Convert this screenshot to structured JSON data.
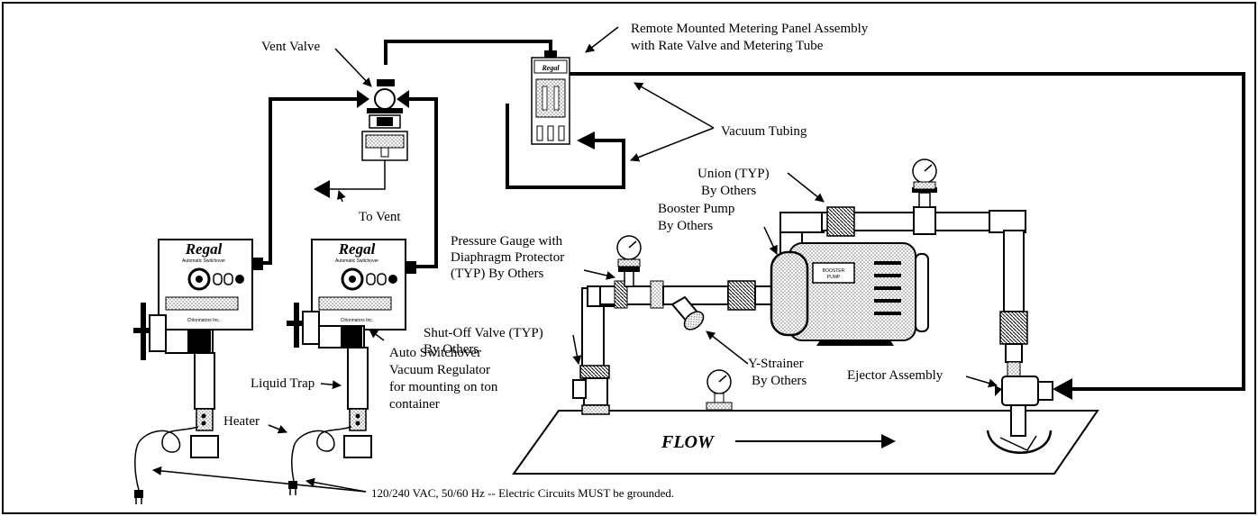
{
  "labels": {
    "vent_valve": "Vent Valve",
    "to_vent": "To Vent",
    "remote_panel_line1": "Remote Mounted Metering Panel Assembly",
    "remote_panel_line2": "with Rate Valve and Metering Tube",
    "vacuum_tubing": "Vacuum Tubing",
    "union_line1": "Union (TYP)",
    "union_line2": "By Others",
    "booster_line1": "Booster Pump",
    "booster_line2": "By Others",
    "gauge_line1": "Pressure Gauge with",
    "gauge_line2": "Diaphragm Protector",
    "gauge_line3": "(TYP) By Others",
    "shutoff_line1": "Shut-Off Valve (TYP)",
    "shutoff_line2": "By Others",
    "ystrainer_line1": "Y-Strainer",
    "ystrainer_line2": "By Others",
    "ejector": "Ejector Assembly",
    "liquid_trap": "Liquid Trap",
    "heater": "Heater",
    "auto_line1": "Auto Switchover",
    "auto_line2": "Vacuum Regulator",
    "auto_line3": "for mounting on ton",
    "auto_line4": "container",
    "flow": "FLOW",
    "electric": "120/240 VAC, 50/60 Hz -- Electric Circuits MUST be grounded."
  },
  "regulator": {
    "brand": "Regal",
    "subtitle": "Automatic Switchover",
    "maker": "Chlorinators Inc."
  },
  "panel_brand": "Regal",
  "pump_plate_line1": "BOOSTER",
  "pump_plate_line2": "PUMP"
}
